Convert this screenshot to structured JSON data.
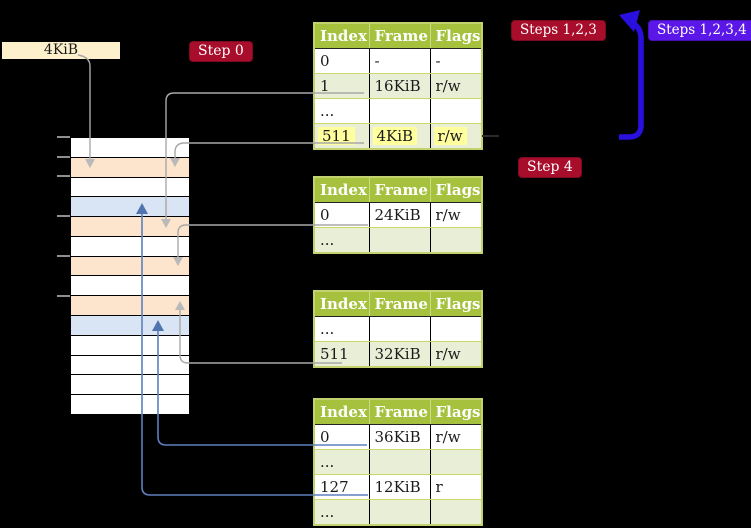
{
  "legend": {
    "frame_size_label": "4KiB"
  },
  "badges": {
    "step0": {
      "label": "Step 0",
      "color": "#a80e2c"
    },
    "steps123": {
      "label": "Steps 1,2,3",
      "color": "#a80e2c"
    },
    "steps1234": {
      "label": "Steps 1,2,3,4",
      "color": "#5a17e8"
    },
    "step4": {
      "label": "Step 4",
      "color": "#a80e2c"
    }
  },
  "memory": {
    "rows": [
      "white",
      "orange",
      "white",
      "blue",
      "orange",
      "white",
      "orange",
      "white",
      "orange",
      "blue",
      "white",
      "white",
      "white",
      "white"
    ],
    "colors": {
      "white": "#ffffff",
      "orange": "#fce5cc",
      "blue": "#d9e5f4"
    }
  },
  "tables": [
    {
      "name": "page-table-level-4",
      "headers": [
        "Index",
        "Frame",
        "Flags"
      ],
      "rows": [
        {
          "cells": [
            "0",
            "-",
            "-"
          ]
        },
        {
          "cells": [
            "1",
            "16KiB",
            "r/w"
          ]
        },
        {
          "cells": [
            "...",
            "",
            ""
          ]
        },
        {
          "cells": [
            "511",
            "4KiB",
            "r/w"
          ],
          "highlight": true
        }
      ]
    },
    {
      "name": "page-table-level-3",
      "headers": [
        "Index",
        "Frame",
        "Flags"
      ],
      "rows": [
        {
          "cells": [
            "0",
            "24KiB",
            "r/w"
          ]
        },
        {
          "cells": [
            "...",
            "",
            ""
          ]
        }
      ]
    },
    {
      "name": "page-table-level-2",
      "headers": [
        "Index",
        "Frame",
        "Flags"
      ],
      "rows": [
        {
          "cells": [
            "...",
            "",
            ""
          ]
        },
        {
          "cells": [
            "511",
            "32KiB",
            "r/w"
          ]
        }
      ]
    },
    {
      "name": "page-table-level-1",
      "headers": [
        "Index",
        "Frame",
        "Flags"
      ],
      "rows": [
        {
          "cells": [
            "0",
            "36KiB",
            "r/w"
          ]
        },
        {
          "cells": [
            "...",
            "",
            ""
          ]
        },
        {
          "cells": [
            "127",
            "12KiB",
            "r"
          ]
        },
        {
          "cells": [
            "...",
            "",
            ""
          ]
        }
      ]
    }
  ],
  "accent_colors": {
    "table_header_green": "#a5c13d",
    "table_shade_green": "#e9efd6",
    "highlight_yellow": "#ffff9d",
    "gray_connector": "#a8a8a8",
    "blue_connector": "#5d80bd",
    "flow_arrow_blue": "#2a10df"
  }
}
